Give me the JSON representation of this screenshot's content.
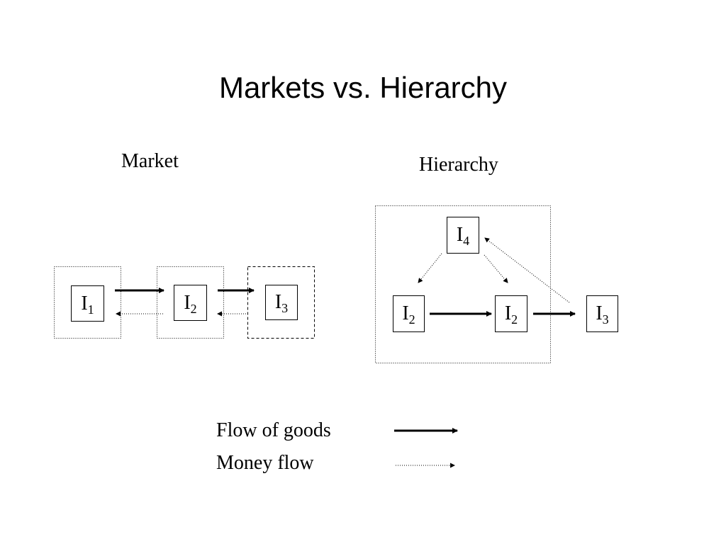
{
  "title": "Markets vs. Hierarchy",
  "market": {
    "label": "Market",
    "firms": [
      {
        "letter": "I",
        "sub": "1"
      },
      {
        "letter": "I",
        "sub": "2"
      },
      {
        "letter": "I",
        "sub": "3"
      }
    ]
  },
  "hierarchy": {
    "label": "Hierarchy",
    "firms": [
      {
        "letter": "I",
        "sub": "4"
      },
      {
        "letter": "I",
        "sub": "2"
      },
      {
        "letter": "I",
        "sub": "2"
      },
      {
        "letter": "I",
        "sub": "3"
      }
    ]
  },
  "legend": {
    "goods_label": "Flow of goods",
    "money_label": "Money flow"
  }
}
